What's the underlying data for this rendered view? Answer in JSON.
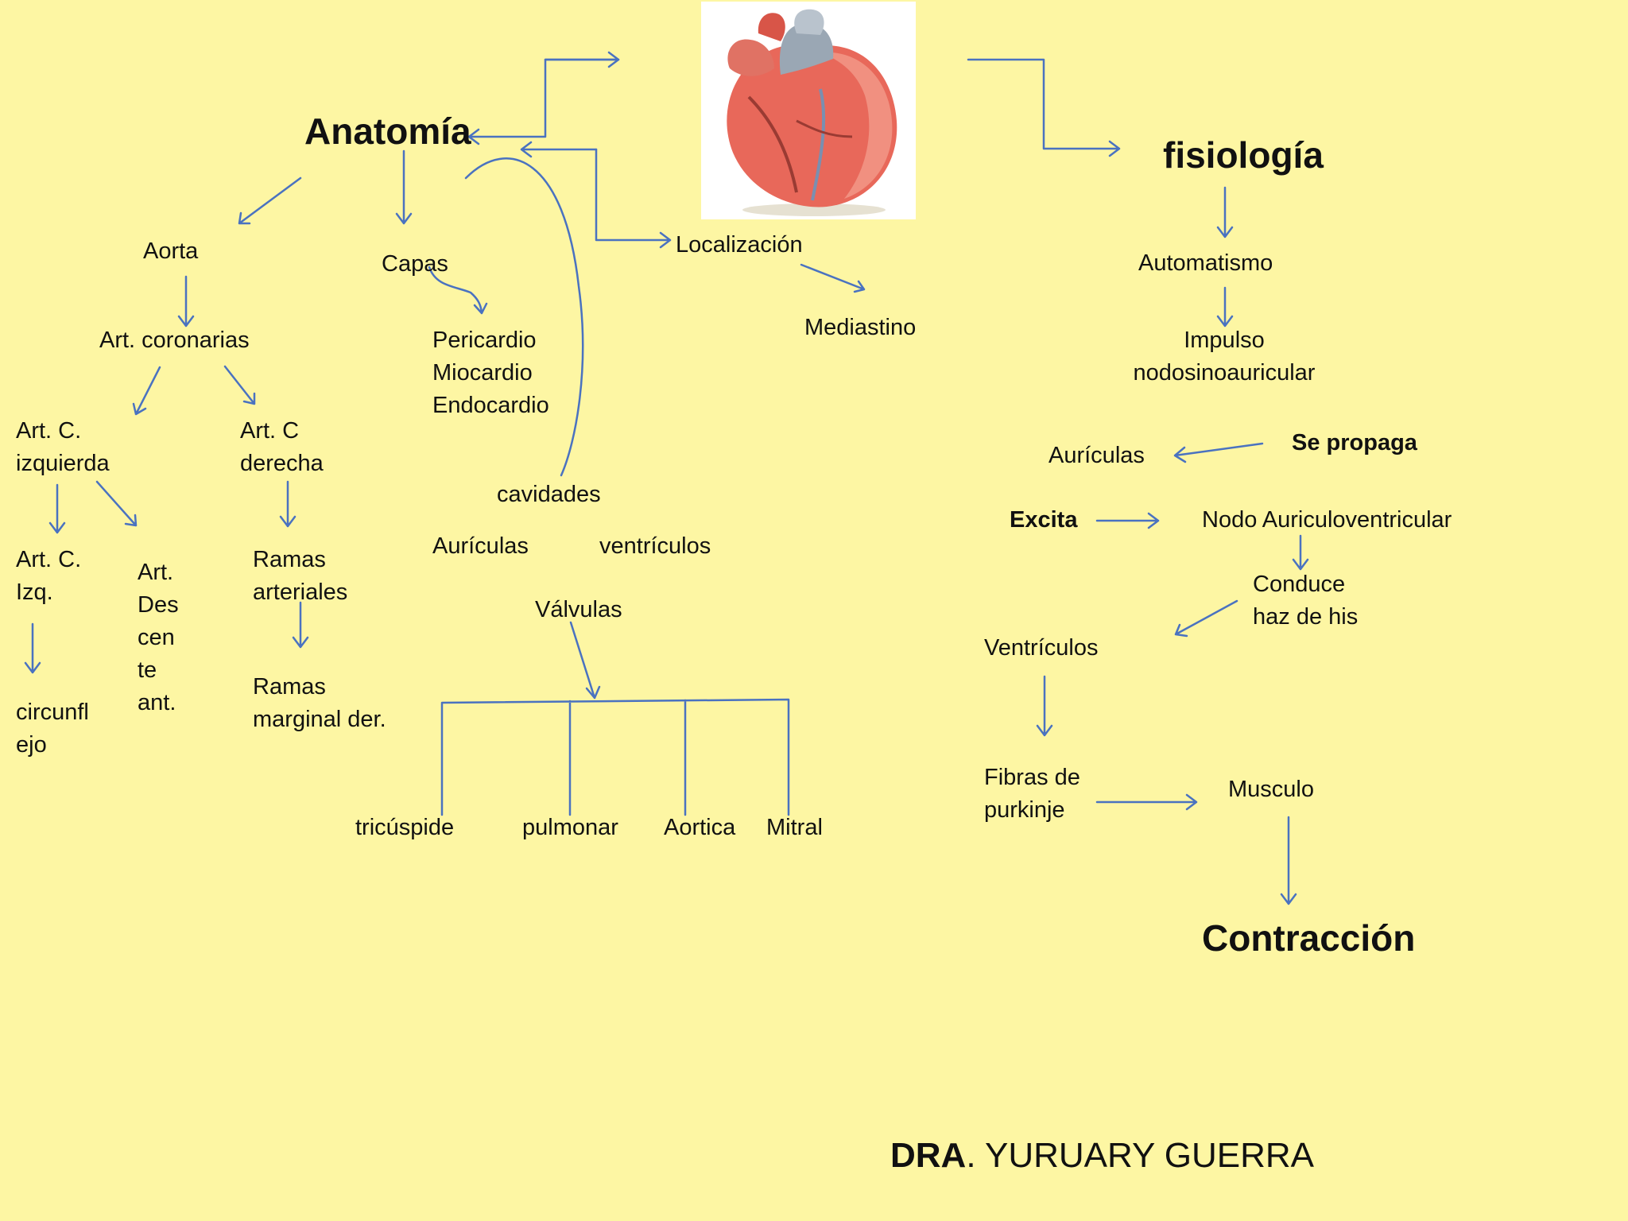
{
  "colors": {
    "background": "#fdf6a3",
    "arrow": "#4a72c0",
    "text": "#111111"
  },
  "anatomy": {
    "title": "Anatomía",
    "aorta": "Aorta",
    "coronarias": "Art. coronarias",
    "izq": [
      "Art. C.",
      "izquierda"
    ],
    "der": [
      "Art. C",
      "derecha"
    ],
    "izq_short": [
      "Art.  C.",
      "Izq."
    ],
    "circunflejo": [
      "circunfl",
      "ejo"
    ],
    "descendente": [
      "Art.",
      "Des",
      "cen",
      "te",
      "ant."
    ],
    "ramas_arteriales": [
      "Ramas",
      "arteriales"
    ],
    "ramas_marginal": [
      "Ramas",
      "marginal der."
    ],
    "capas": "Capas",
    "capas_list": [
      "Pericardio",
      "Miocardio",
      "Endocardio"
    ],
    "cavidades": "cavidades",
    "auriculas": "Aurículas",
    "ventriculos": "ventrículos",
    "valvulas": "Válvulas",
    "valves": [
      "tricúspide",
      "pulmonar",
      "Aortica",
      "Mitral"
    ],
    "localizacion": "Localización",
    "mediastino": "Mediastino"
  },
  "physiology": {
    "title": "fisiología",
    "automatismo": "Automatismo",
    "impulso": [
      "Impulso",
      "nodosinoauricular"
    ],
    "se_propaga": "Se propaga",
    "auriculas": "Aurículas",
    "excita": "Excita",
    "nodo": "Nodo Auriculoventricular",
    "conduce": [
      "Conduce",
      "haz de his"
    ],
    "ventriculos": "Ventrículos",
    "fibras": [
      "Fibras de",
      "purkinje"
    ],
    "musculo": "Musculo",
    "contraccion": "Contracción"
  },
  "heart_image": {
    "icon": "heart-illustration-icon"
  },
  "author": {
    "prefix": "DRA",
    "rest": ". YURUARY GUERRA"
  }
}
